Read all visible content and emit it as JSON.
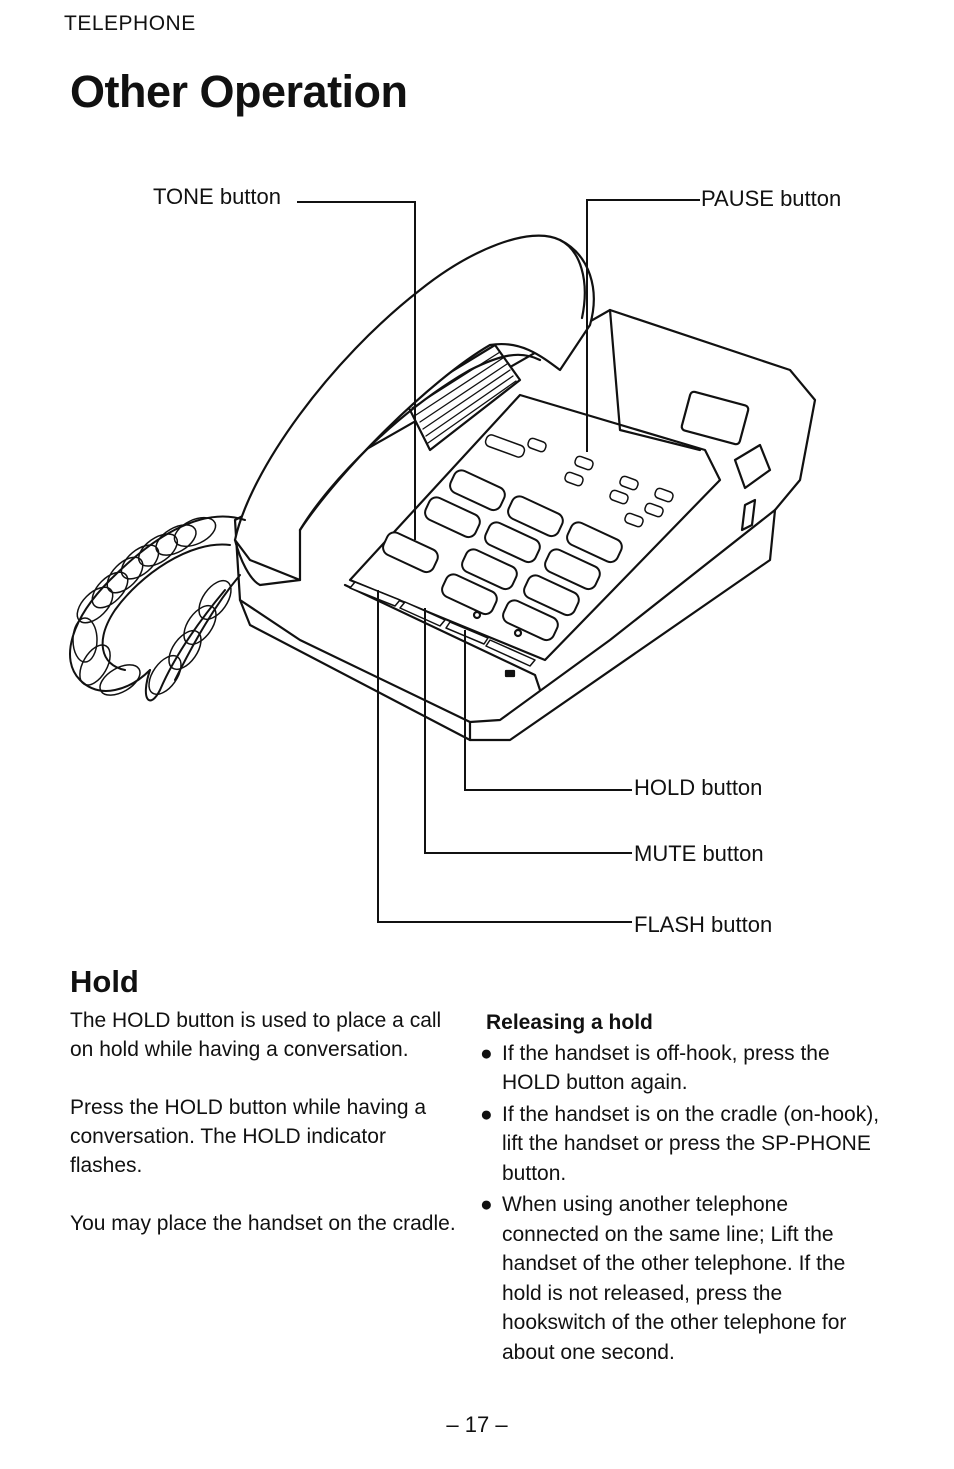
{
  "header": {
    "section": "TELEPHONE",
    "title": "Other Operation"
  },
  "diagram": {
    "callouts": {
      "tone": "TONE button",
      "pause": "PAUSE button",
      "hold": "HOLD button",
      "mute": "MUTE button",
      "flash": "FLASH button"
    }
  },
  "hold_section": {
    "heading": "Hold",
    "paragraphs": [
      "The HOLD button is used to place a call on hold while having a conversation.",
      "Press the HOLD button while having a conversation. The HOLD indicator flashes.",
      "You may place the handset on the cradle."
    ],
    "releasing": {
      "heading": "Releasing a hold",
      "bullets": [
        "If the handset is off-hook, press the HOLD button again.",
        "If the handset is on the cradle (on-hook), lift the handset or press the SP-PHONE button.",
        "When using another telephone connected on the same line; Lift the handset of the other telephone. If the hold is not released, press the hookswitch of the other telephone for about one second."
      ]
    }
  },
  "footer": {
    "page_number": "– 17 –"
  }
}
